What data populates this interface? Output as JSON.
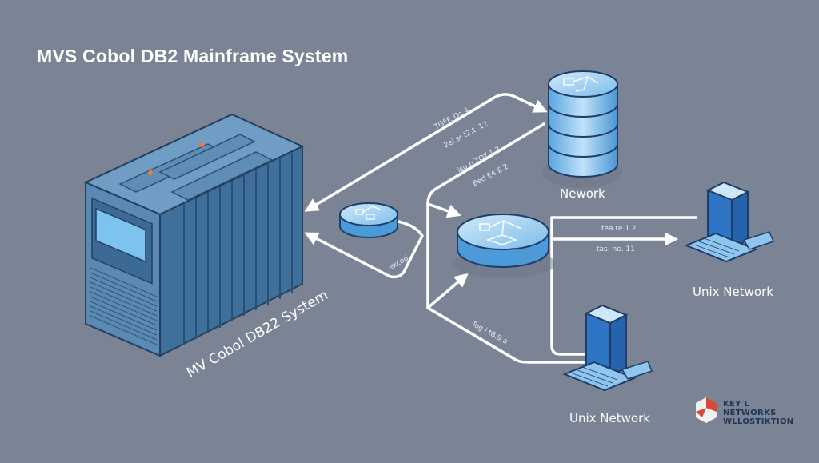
{
  "title": "MVS Cobol DB2 Mainframe System",
  "nodes": {
    "mainframe": {
      "label": "MV Cobol DB22 System",
      "icon": "mainframe-server-icon"
    },
    "database": {
      "label": "Nework",
      "icon": "database-cylinder-icon"
    },
    "router_small": {
      "icon": "network-router-icon"
    },
    "router_large": {
      "icon": "network-router-icon"
    },
    "unix_right": {
      "label": "Unix Network",
      "icon": "desktop-computer-icon"
    },
    "unix_bottom": {
      "label": "Unix Network",
      "icon": "desktop-computer-icon"
    }
  },
  "connection_labels": {
    "top_1": "TGFF. Qs 4",
    "top_2": "2ei sr t2.t. 12",
    "mid_1": "isu p TOY 1.3",
    "mid_2": "Bed E4 £.2",
    "router_link": "excod",
    "right_1": "tea re.1.2",
    "right_2": "tas. ne. 11",
    "bottom_1": "Tog i t8.8 a"
  },
  "logo": {
    "line1": "KEY L",
    "line2": "NETWORKS",
    "line3": "WLLOSTIKTION"
  },
  "colors": {
    "background": "#7a8495",
    "mainframe_blue": "#4f7ea8",
    "device_blue": "#2f75c6",
    "router_light": "#9fd0f2",
    "connector": "#ffffff",
    "logo_red": "#d9473b"
  }
}
